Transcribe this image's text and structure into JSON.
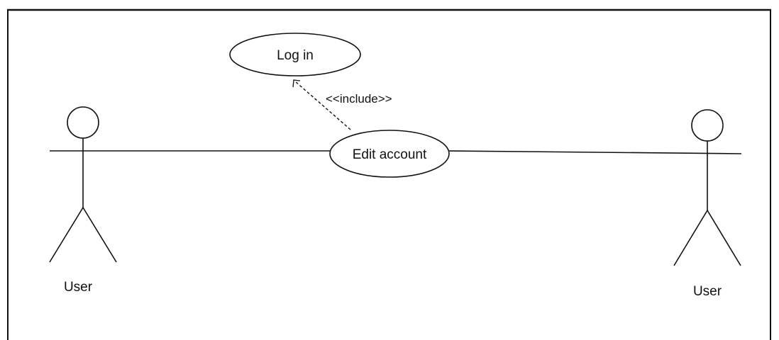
{
  "use_cases": {
    "login": {
      "label": "Log in"
    },
    "edit_account": {
      "label": "Edit account"
    }
  },
  "actors": {
    "left": {
      "label": "User"
    },
    "right": {
      "label": "User"
    }
  },
  "relationships": {
    "include": {
      "label": "<<include>>"
    }
  }
}
